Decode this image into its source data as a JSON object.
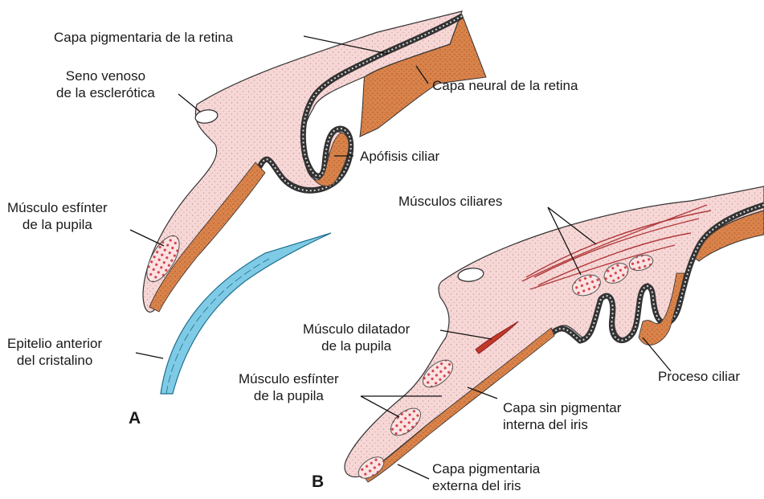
{
  "panel_a": {
    "letter": "A",
    "labels": {
      "pigment_layer": "Capa pigmentaria de la retina",
      "sinus_1": "Seno venoso",
      "sinus_2": "de la esclerótica",
      "neural_layer": "Capa neural de la retina",
      "ciliary_apophysis": "Apófisis ciliar",
      "sphincter_1": "Músculo esfínter",
      "sphincter_2": "de la pupila",
      "lens_epithelium_1": "Epitelio anterior",
      "lens_epithelium_2": "del cristalino"
    }
  },
  "panel_b": {
    "letter": "B",
    "labels": {
      "ciliary_muscles": "Músculos ciliares",
      "dilator_1": "Músculo dilatador",
      "dilator_2": "de la pupila",
      "sphincter_1": "Músculo esfínter",
      "sphincter_2": "de la pupila",
      "ciliary_process": "Proceso ciliar",
      "inner_layer_1": "Capa sin pigmentar",
      "inner_layer_2": "interna del iris",
      "outer_layer_1": "Capa pigmentaria",
      "outer_layer_2": "externa del iris"
    }
  },
  "colors": {
    "stroma": "#f7d6d6",
    "neural": "#d9824a",
    "pigment": "#3a3a3a",
    "lens": "#7fcbe6",
    "muscle": "#c0392b"
  }
}
